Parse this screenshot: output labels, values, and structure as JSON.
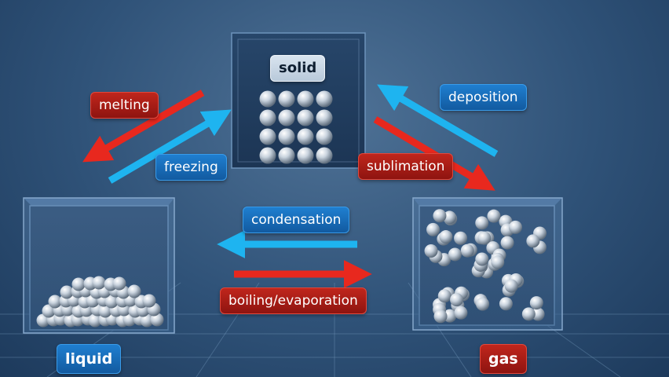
{
  "states": {
    "solid": "solid",
    "liquid": "liquid",
    "gas": "gas"
  },
  "transitions": {
    "melting": "melting",
    "freezing": "freezing",
    "deposition": "deposition",
    "sublimation": "sublimation",
    "condensation": "condensation",
    "boiling": "boiling/evaporation"
  },
  "colors": {
    "heat": "#e8281e",
    "cool": "#1eb4f0",
    "particle": "#dfe6ee"
  }
}
